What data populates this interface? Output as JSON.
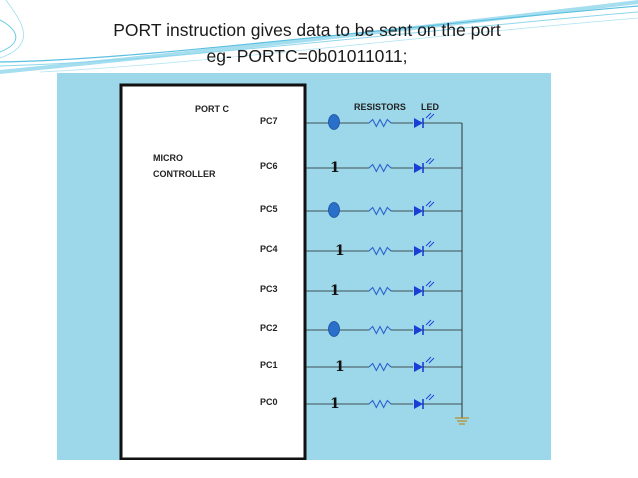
{
  "title": {
    "line1": "PORT instruction gives data to be sent on the port",
    "line2": "eg- PORTC=0b01011011;"
  },
  "diagram": {
    "port_label": "PORT C",
    "mcu_label_1": "MICRO",
    "mcu_label_2": "CONTROLLER",
    "resistors_label": "RESISTORS",
    "led_label": "LED",
    "zero_color": "#2a6fc9",
    "led_color": "#1a3fd6",
    "resistor_color": "#2a5fcf",
    "pins": [
      {
        "name": "PC7",
        "bit": 0,
        "bit_text": ""
      },
      {
        "name": "PC6",
        "bit": 1,
        "bit_text": "1"
      },
      {
        "name": "PC5",
        "bit": 0,
        "bit_text": ""
      },
      {
        "name": "PC4",
        "bit": 1,
        "bit_text": "1"
      },
      {
        "name": "PC3",
        "bit": 1,
        "bit_text": "1"
      },
      {
        "name": "PC2",
        "bit": 0,
        "bit_text": ""
      },
      {
        "name": "PC1",
        "bit": 1,
        "bit_text": "1"
      },
      {
        "name": "PC0",
        "bit": 1,
        "bit_text": "1"
      }
    ]
  }
}
